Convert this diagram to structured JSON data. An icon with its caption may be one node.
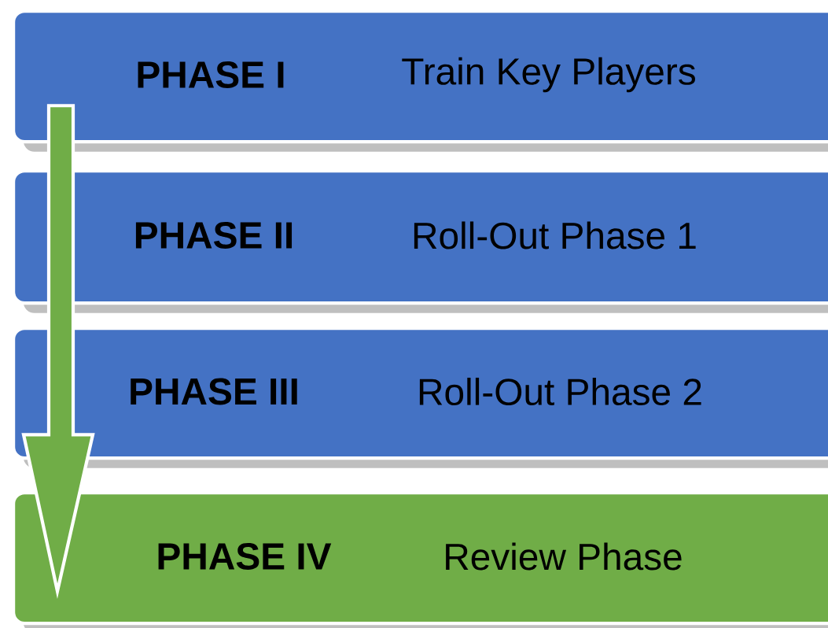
{
  "diagram": {
    "nodes": [
      {
        "text": [
          "PHASE I",
          "Train Key Players"
        ]
      },
      {
        "text": [
          "PHASE II",
          "Roll-Out Phase 1"
        ]
      },
      {
        "text": [
          "PHASE III",
          "Roll-Out Phase 2"
        ]
      },
      {
        "text": [
          "PHASE IV",
          "Review Phase"
        ]
      }
    ],
    "edges": [
      {
        "from": 0,
        "to": 3,
        "arrow": "to"
      }
    ]
  }
}
